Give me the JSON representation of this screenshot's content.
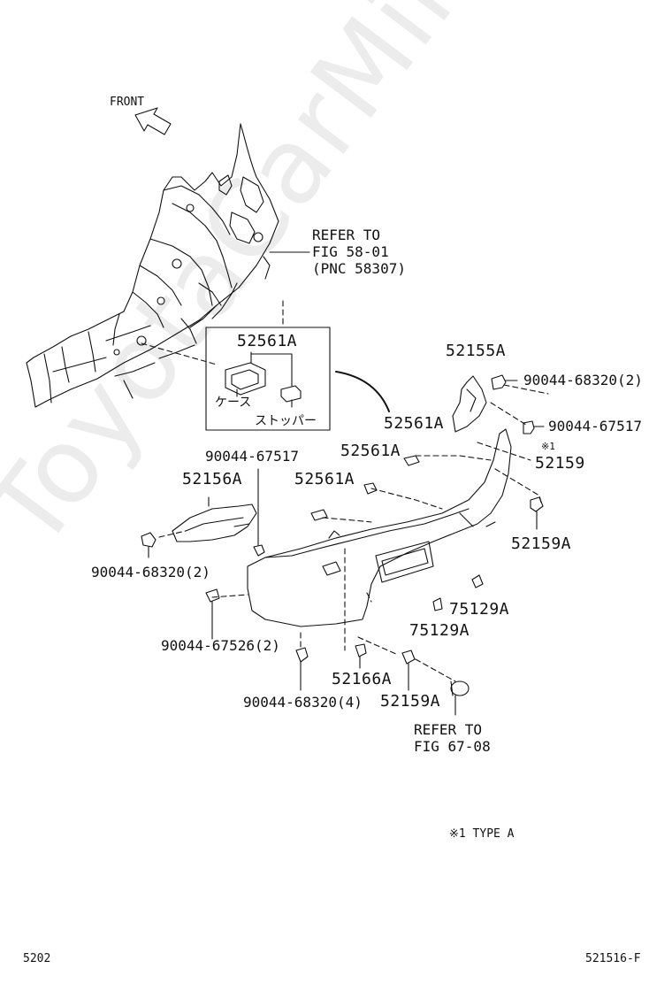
{
  "front_label": "FRONT",
  "watermark": "ToyotaCarMine.ru",
  "refer_body": [
    "REFER TO",
    "FIG 58-01",
    "(PNC 58307)"
  ],
  "refer_lamp": [
    "REFER TO",
    "FIG 67-08"
  ],
  "inset": {
    "part": "52561A",
    "case_label": "ケース",
    "stopper_label": "ストッパー"
  },
  "parts": {
    "p52155A": "52155A",
    "p90044_68320_2_right": "90044-68320(2)",
    "p90044_67517_right": "90044-67517",
    "p52561A_a": "52561A",
    "p52561A_b": "52561A",
    "p52561A_c": "52561A",
    "note_mark": "※1",
    "p52159": "52159",
    "p52159A_right": "52159A",
    "p90044_67517_left": "90044-67517",
    "p52156A": "52156A",
    "p90044_68320_2_left": "90044-68320(2)",
    "p75129A_a": "75129A",
    "p75129A_b": "75129A",
    "p90044_67526_2": "90044-67526(2)",
    "p52166A": "52166A",
    "p90044_68320_4": "90044-68320(4)",
    "p52159A_bottom": "52159A"
  },
  "note": "※1 TYPE A",
  "footer": {
    "left": "5202",
    "right": "521516-F"
  }
}
